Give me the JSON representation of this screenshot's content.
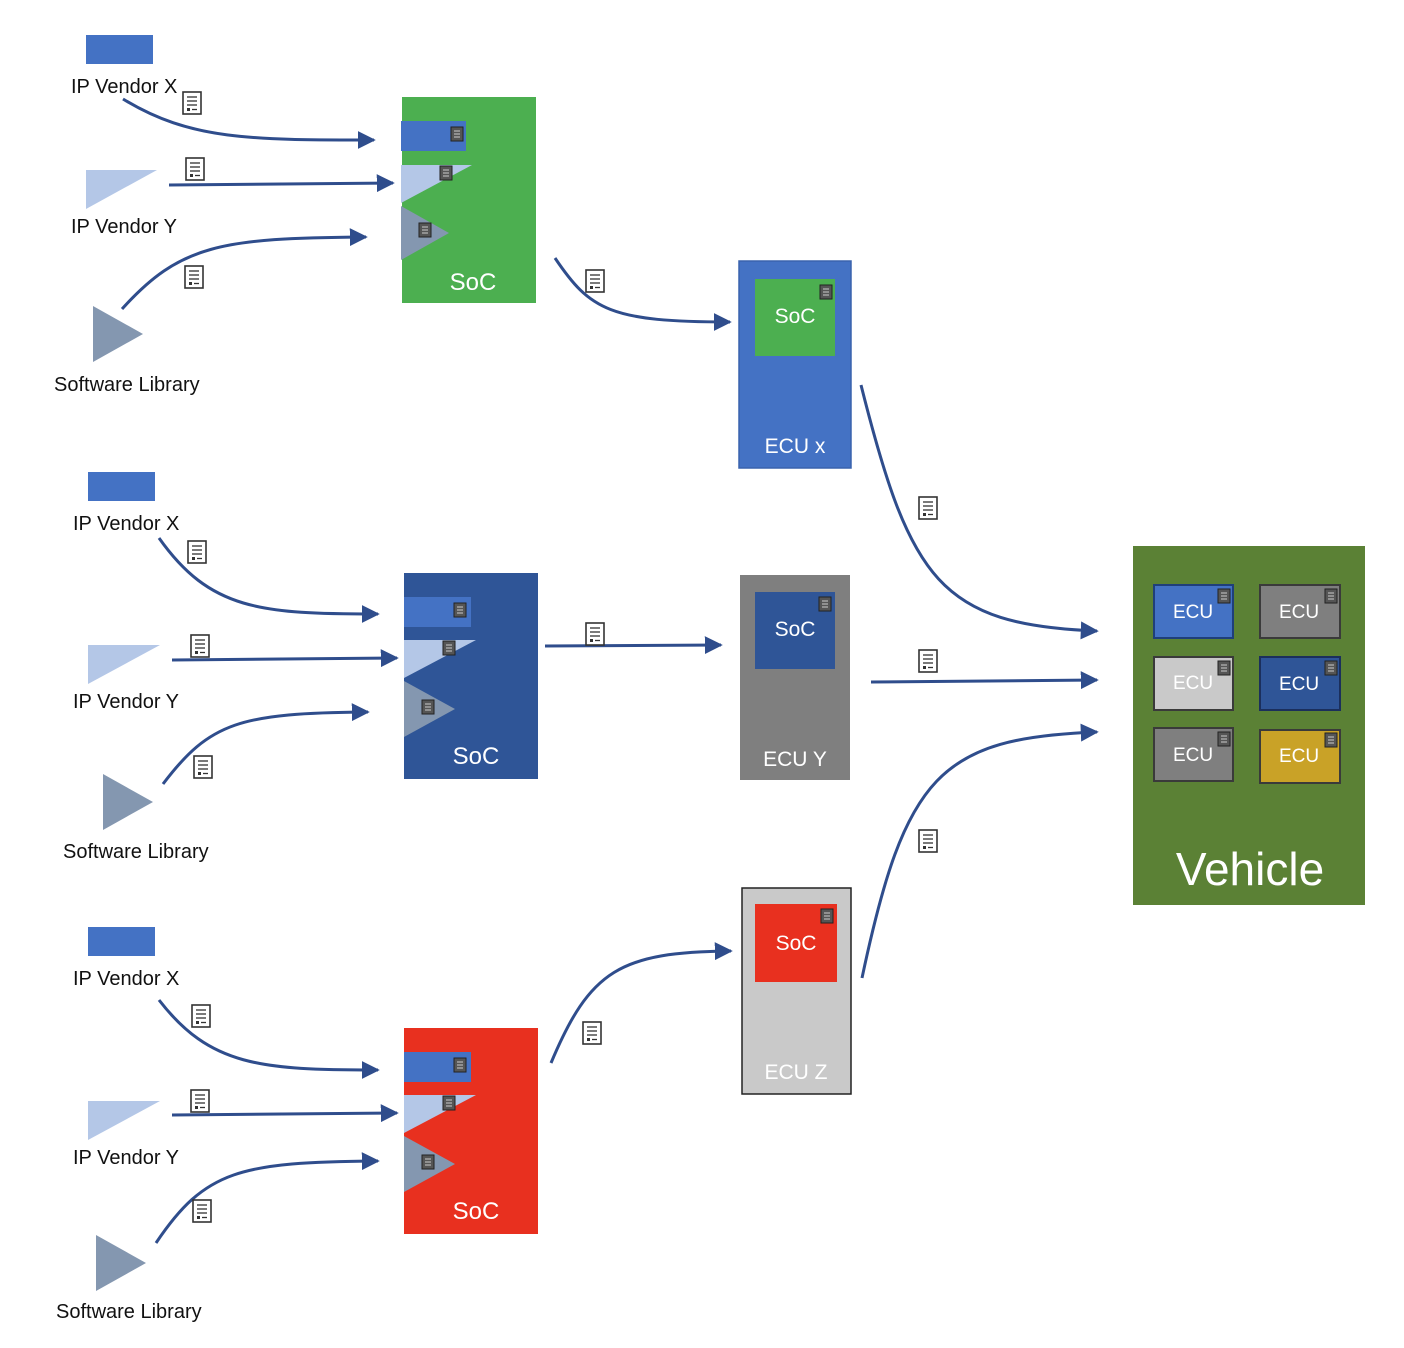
{
  "labels": {
    "ip_vendor_x": "IP Vendor X",
    "ip_vendor_y": "IP Vendor Y",
    "software_library": "Software Library",
    "soc": "SoC",
    "ecu_x": "ECU x",
    "ecu_y": "ECU Y",
    "ecu_z": "ECU Z",
    "vehicle": "Vehicle",
    "ecu": "ECU"
  },
  "colors": {
    "ip_x_block": "#4472c4",
    "ip_y_triangle": "#b4c7e7",
    "software_triangle": "#8497b0",
    "flow_arrow": "#2f4d8c",
    "soc_green": "#4caf50",
    "soc_dark_blue": "#2f5597",
    "soc_red": "#e8301f",
    "ecu_x": "#4472c4",
    "ecu_y": "#7f7f7f",
    "ecu_z": "#c9c9c9",
    "vehicle": "#5b8135",
    "mini_ecus": [
      "#4472c4",
      "#7f7f7f",
      "#c9c9c9",
      "#2f5597",
      "#7f7f7f",
      "#c9a227"
    ]
  },
  "icons": {
    "artifact": "document-icon",
    "badge": "chip-badge-icon"
  },
  "groups": [
    {
      "id": "top",
      "soc_color": "soc_green"
    },
    {
      "id": "middle",
      "soc_color": "soc_dark_blue"
    },
    {
      "id": "bottom",
      "soc_color": "soc_red"
    }
  ]
}
